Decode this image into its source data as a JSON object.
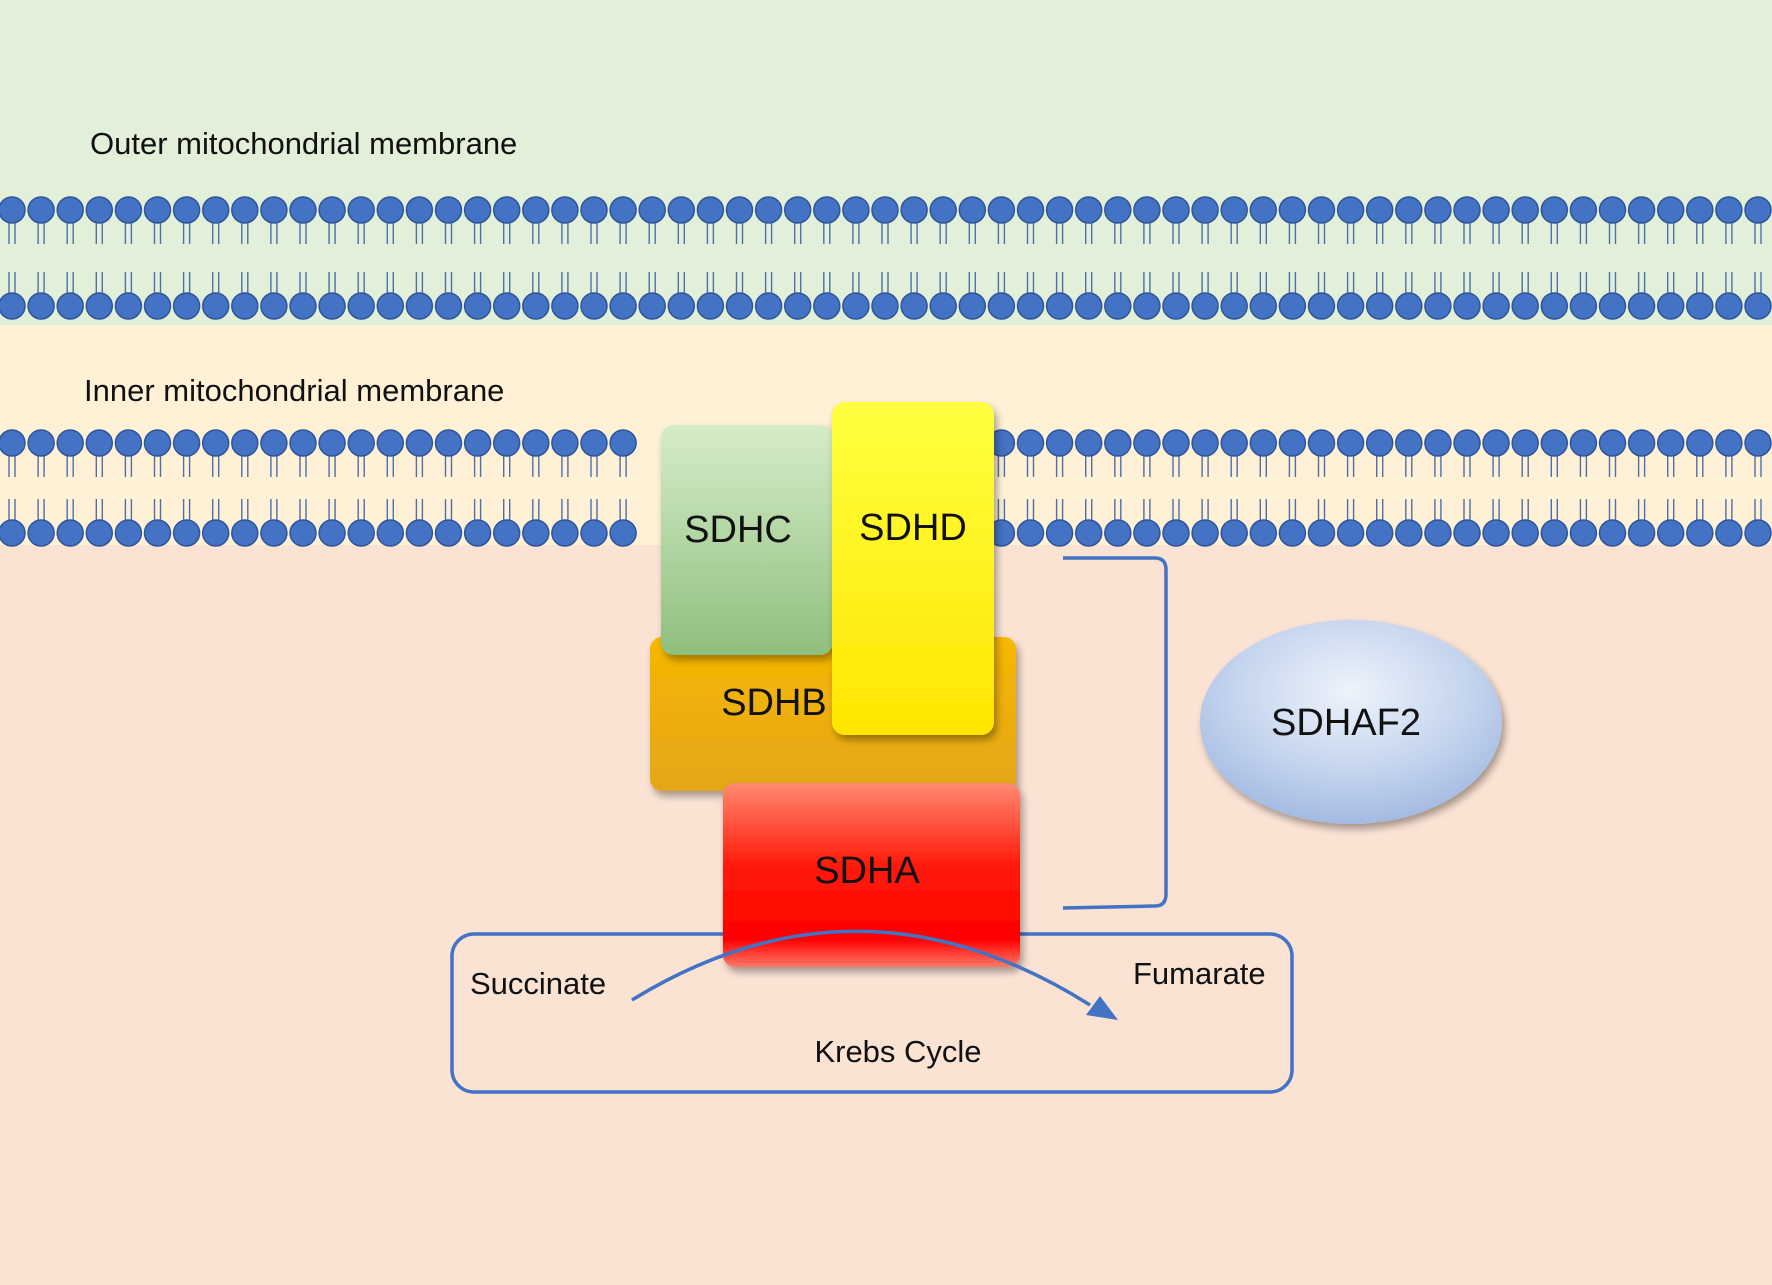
{
  "regions": {
    "outer_membrane_label": "Outer mitochondrial membrane",
    "inner_membrane_label": "Inner mitochondrial membrane"
  },
  "complex": {
    "sdhc": "SDHC",
    "sdhd": "SDHD",
    "sdhb": "SDHB",
    "sdha": "SDHA"
  },
  "assembly_factor": "SDHAF2",
  "krebs": {
    "substrate": "Succinate",
    "product": "Fumarate",
    "label": "Krebs Cycle"
  },
  "colors": {
    "outer_space": "#e2efd9",
    "intermembrane_space": "#fff1d6",
    "matrix": "#fbe3d4",
    "lipid_head": "#4472c4",
    "lipid_head_stroke": "#2f5597",
    "lipid_tail": "#4e6fa8",
    "sdhc": "#9dca8a",
    "sdhd": "#ffff00",
    "sdhb": "#f2b000",
    "sdha": "#ff0000",
    "sdhaf2": "#b4c7e7",
    "line": "#4472c4"
  },
  "icons": {
    "bracket": "right-square-bracket",
    "arrow": "curved-arrow"
  }
}
